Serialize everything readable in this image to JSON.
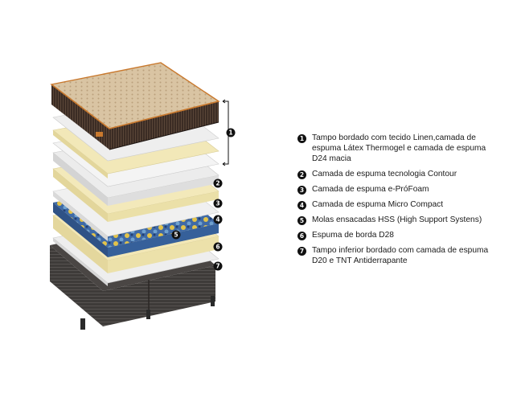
{
  "layers": [
    {
      "number": "1",
      "description": "Tampo bordado com tecido Linen,camada de espuma Látex Thermogel e camada de espuma D24 macia"
    },
    {
      "number": "2",
      "description": "Camada de espuma tecnologia Contour"
    },
    {
      "number": "3",
      "description": "Camada de espuma e-PróFoam"
    },
    {
      "number": "4",
      "description": "Camada de espuma Micro Compact"
    },
    {
      "number": "5",
      "description": "Molas ensacadas HSS (High Support Systens)"
    },
    {
      "number": "6",
      "description": "Espuma de borda D28"
    },
    {
      "number": "7",
      "description": "Tampo inferior bordado com camada de espuma D20 e TNT Antiderrapante"
    }
  ],
  "colors": {
    "pillow_top": "#d7c2a1",
    "piping": "#c9792e",
    "border_dark": "#3a2a22",
    "foam_light": "#e6e6e6",
    "foam_yellow": "#f1e6b3",
    "springs_blue": "#3f6aa6",
    "base_dark": "#3d3a38",
    "marker": "#111111"
  }
}
